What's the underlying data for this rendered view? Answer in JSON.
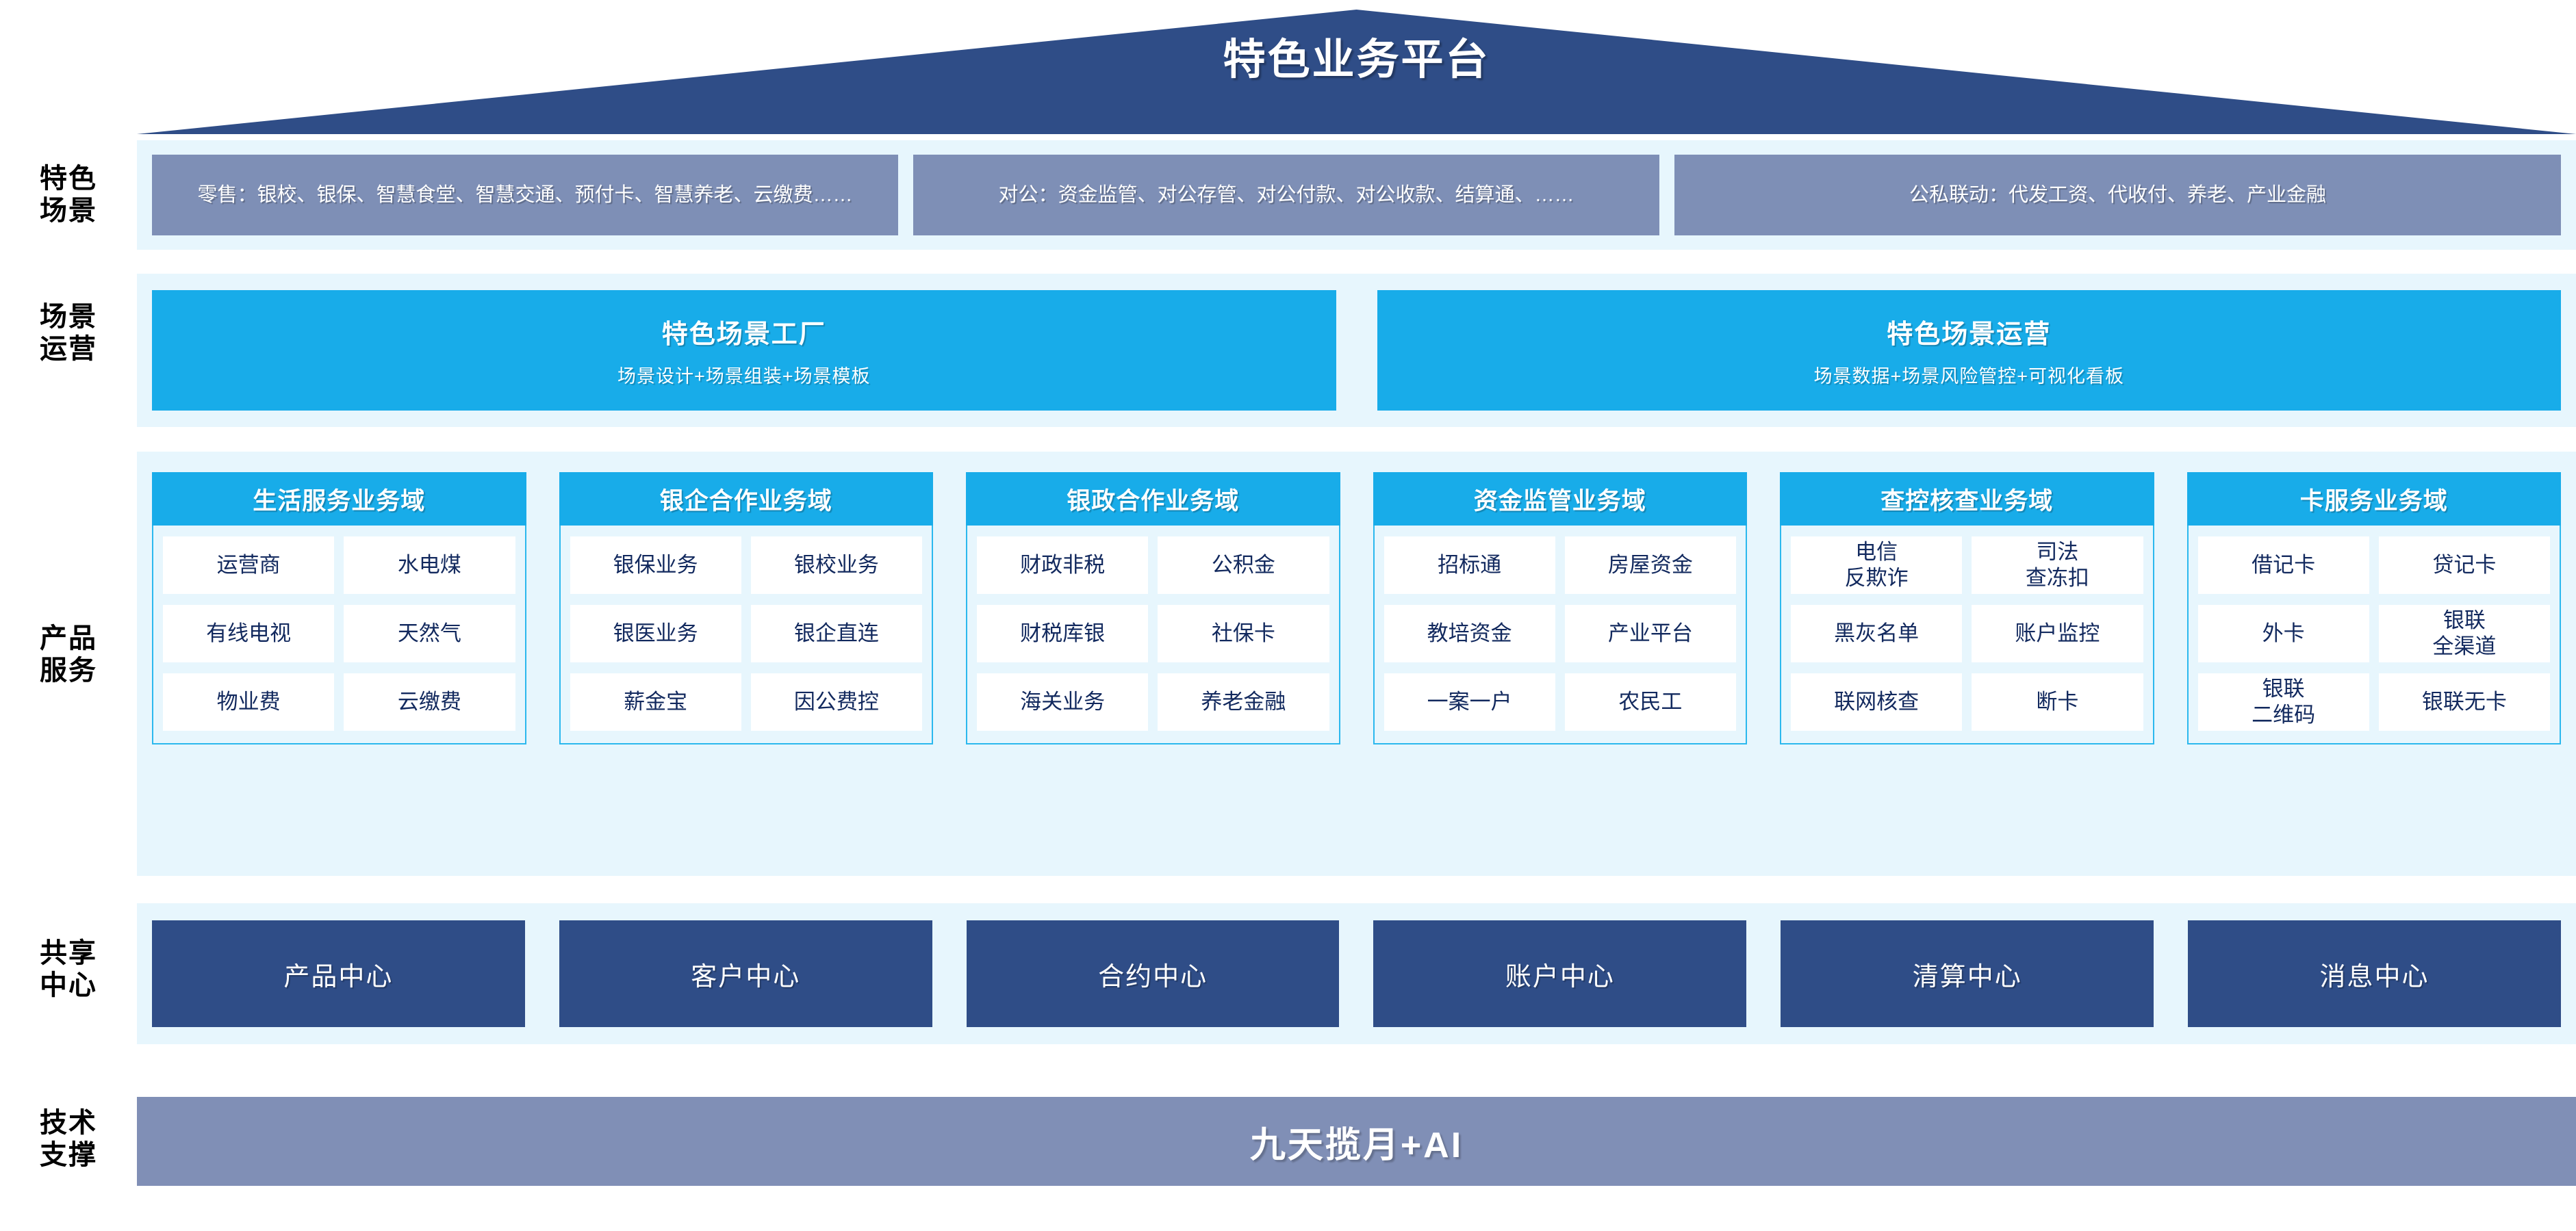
{
  "header": {
    "title": "特色业务平台"
  },
  "row_labels": [
    {
      "id": "scenario",
      "label": "特色\n场景"
    },
    {
      "id": "operation",
      "label": "场景\n运营"
    },
    {
      "id": "product",
      "label": "产品\n服务"
    },
    {
      "id": "center",
      "label": "共享\n中心"
    },
    {
      "id": "tech",
      "label": "技术\n支撑"
    }
  ],
  "scenarios": [
    {
      "label": "零售：银校、银保、智慧食堂、智慧交通、预付卡、智慧养老、云缴费……"
    },
    {
      "label": "对公：资金监管、对公存管、对公付款、对公收款、结算通、……"
    },
    {
      "label": "公私联动：代发工资、代收付、养老、产业金融"
    }
  ],
  "operations": [
    {
      "title": "特色场景工厂",
      "subtitle": "场景设计+场景组装+场景模板"
    },
    {
      "title": "特色场景运营",
      "subtitle": "场景数据+场景风险管控+可视化看板"
    }
  ],
  "domains": [
    {
      "title": "生活服务业务域",
      "rows": [
        [
          "运营商",
          "水电煤"
        ],
        [
          "有线电视",
          "天然气"
        ],
        [
          "物业费",
          "云缴费"
        ]
      ]
    },
    {
      "title": "银企合作业务域",
      "rows": [
        [
          "银保业务",
          "银校业务"
        ],
        [
          "银医业务",
          "银企直连"
        ],
        [
          "薪金宝",
          "因公费控"
        ]
      ]
    },
    {
      "title": "银政合作业务域",
      "rows": [
        [
          "财政非税",
          "公积金"
        ],
        [
          "财税库银",
          "社保卡"
        ],
        [
          "海关业务",
          "养老金融"
        ]
      ]
    },
    {
      "title": "资金监管业务域",
      "rows": [
        [
          "招标通",
          "房屋资金"
        ],
        [
          "教培资金",
          "产业平台"
        ],
        [
          "一案一户",
          "农民工"
        ]
      ]
    },
    {
      "title": "查控核查业务域",
      "rows": [
        [
          "电信\n反欺诈",
          "司法\n查冻扣"
        ],
        [
          "黑灰名单",
          "账户监控"
        ],
        [
          "联网核查",
          "断卡"
        ]
      ]
    },
    {
      "title": "卡服务业务域",
      "rows": [
        [
          "借记卡",
          "贷记卡"
        ],
        [
          "外卡",
          "银联\n全渠道"
        ],
        [
          "银联\n二维码",
          "银联无卡"
        ]
      ]
    }
  ],
  "centers": [
    {
      "label": "产品中心"
    },
    {
      "label": "客户中心"
    },
    {
      "label": "合约中心"
    },
    {
      "label": "账户中心"
    },
    {
      "label": "清算中心"
    },
    {
      "label": "消息中心"
    }
  ],
  "tech_support": {
    "label": "九天揽月+AI"
  },
  "colors": {
    "roof_navy": "#2f4d87",
    "band_bg": "#e7f6fd",
    "scenario_box": "#7e8fb6",
    "cyan": "#18ace9",
    "cyan_border": "#2bb8ee",
    "tile_text": "#12295e",
    "center_box": "#2f4d87",
    "tech_bar": "#808fb6"
  }
}
